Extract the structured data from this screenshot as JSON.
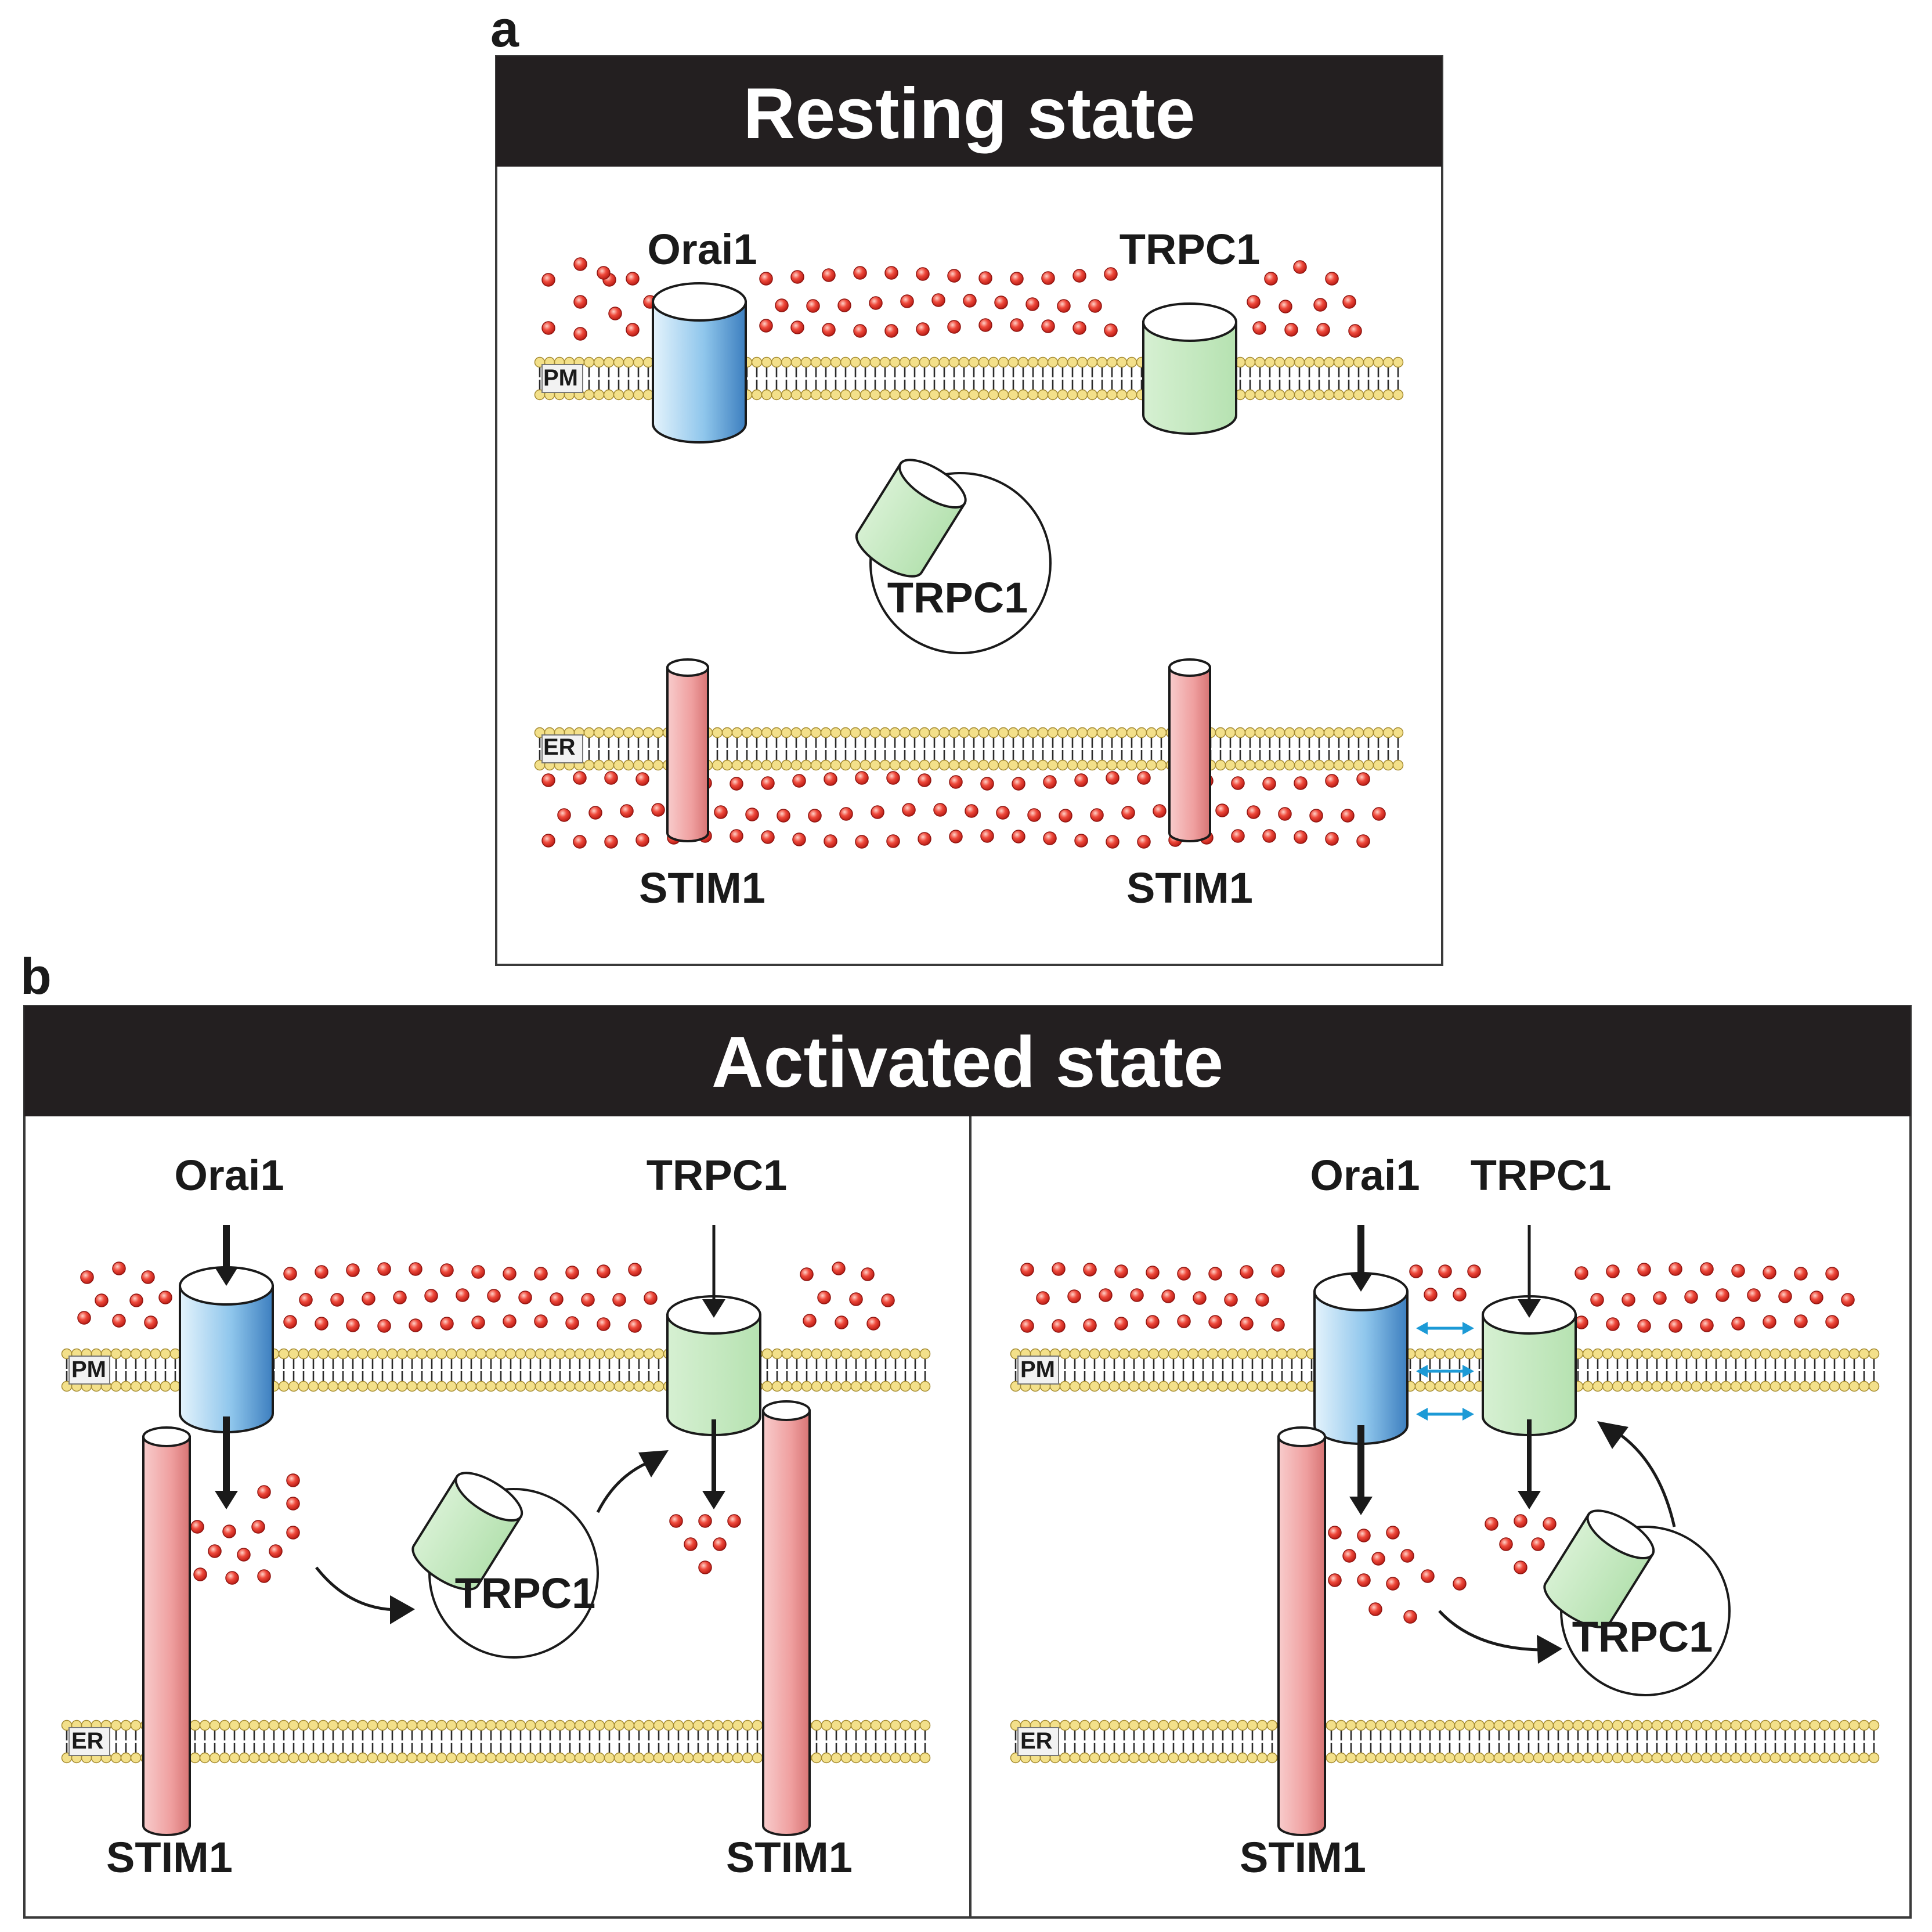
{
  "panel_a": {
    "letter": "a",
    "title": "Resting state",
    "labels": {
      "pm": "PM",
      "er": "ER",
      "orai1": "Orai1",
      "trpc1_pm": "TRPC1",
      "trpc1_vesicle": "TRPC1",
      "stim1_left": "STIM1",
      "stim1_right": "STIM1"
    }
  },
  "panel_b": {
    "letter": "b",
    "title": "Activated state",
    "left": {
      "labels": {
        "pm": "PM",
        "er": "ER",
        "orai1": "Orai1",
        "trpc1_pm": "TRPC1",
        "trpc1_vesicle": "TRPC1",
        "stim1_left": "STIM1",
        "stim1_right": "STIM1"
      }
    },
    "right": {
      "labels": {
        "pm": "PM",
        "er": "ER",
        "orai1": "Orai1",
        "trpc1_pm": "TRPC1",
        "trpc1_vesicle": "TRPC1",
        "stim1": "STIM1"
      }
    }
  },
  "colors": {
    "banner": "#231f20",
    "ion": "#e8322c",
    "lipid_head": "#f3e08a",
    "orai1": "#6fb4e3",
    "trpc1": "#bfe6bd",
    "stim1": "#f2a6a6",
    "interaction_arrow": "#1c9ad6"
  },
  "icons": [
    "orai1-channel-icon",
    "trpc1-channel-icon",
    "stim1-rod-icon",
    "vesicle-icon",
    "calcium-ion-icon",
    "flux-arrow-icon",
    "trafficking-arrow-icon",
    "interaction-arrow-icon"
  ]
}
